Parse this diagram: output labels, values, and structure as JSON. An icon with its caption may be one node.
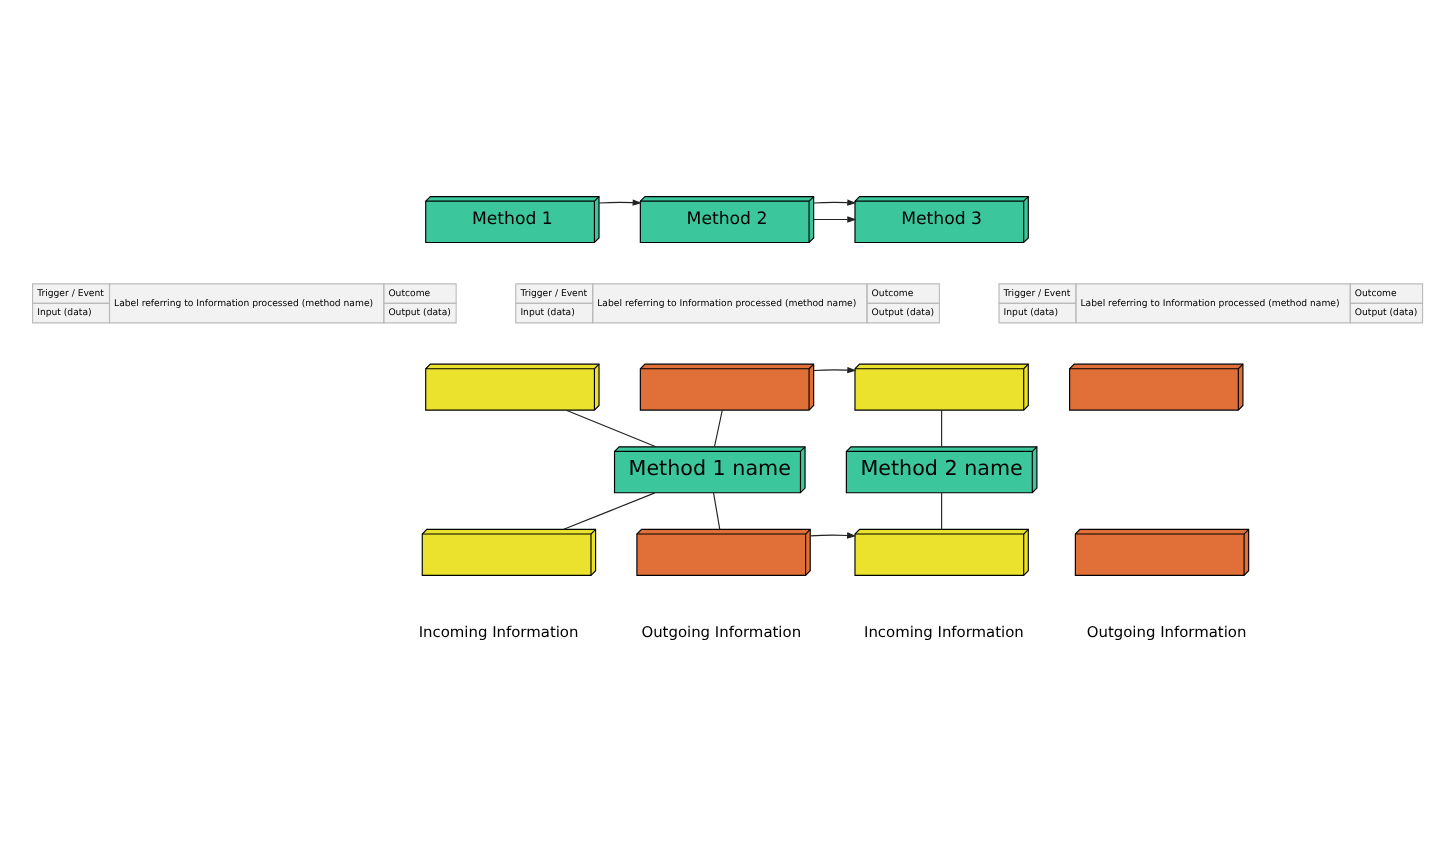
{
  "diagram": {
    "nodes": [
      {
        "text": [
          "Method 1"
        ]
      },
      {
        "text": [
          "Method 2"
        ]
      },
      {
        "text": [
          "Method 3"
        ]
      },
      {
        "text": [],
        "shape": "box"
      },
      {
        "text": [],
        "shape": "box"
      },
      {
        "text": [],
        "shape": "box"
      },
      {
        "text": [],
        "shape": "box"
      },
      {
        "text": [
          "Method 1 name"
        ]
      },
      {
        "text": [
          "Method 2 name"
        ]
      },
      {
        "text": [],
        "shape": "box"
      },
      {
        "text": [],
        "shape": "box"
      },
      {
        "text": [],
        "shape": "box"
      },
      {
        "text": [],
        "shape": "box"
      }
    ],
    "edges": [
      {
        "from": 0,
        "to": 1,
        "arrow": "to"
      },
      {
        "from": 1,
        "to": 2,
        "arrow": "to"
      },
      {
        "from": 1,
        "to": 2,
        "arrow": "to"
      },
      {
        "from": 3,
        "to": 7,
        "arrow": "none"
      },
      {
        "from": 4,
        "to": 7,
        "arrow": "none"
      },
      {
        "from": 7,
        "to": 9,
        "arrow": "none"
      },
      {
        "from": 7,
        "to": 10,
        "arrow": "none"
      },
      {
        "from": 4,
        "to": 5,
        "arrow": "to"
      },
      {
        "from": 10,
        "to": 11,
        "arrow": "to"
      },
      {
        "from": 5,
        "to": 8,
        "arrow": "none"
      },
      {
        "from": 8,
        "to": 11,
        "arrow": "none"
      }
    ],
    "labels": [
      "Trigger / Event",
      "Label referring to Information processed (method name)",
      "Outcome",
      "Input (data)",
      "Output (data)",
      "Trigger / Event",
      "Label referring to Information processed (method name)",
      "Outcome",
      "Input (data)",
      "Output (data)",
      "Trigger / Event",
      "Label referring to Information processed (method name)",
      "Outcome",
      "Input (data)",
      "Output (data)",
      "Incoming Information",
      "Outgoing Information",
      "Incoming Information",
      "Outgoing Information"
    ]
  }
}
